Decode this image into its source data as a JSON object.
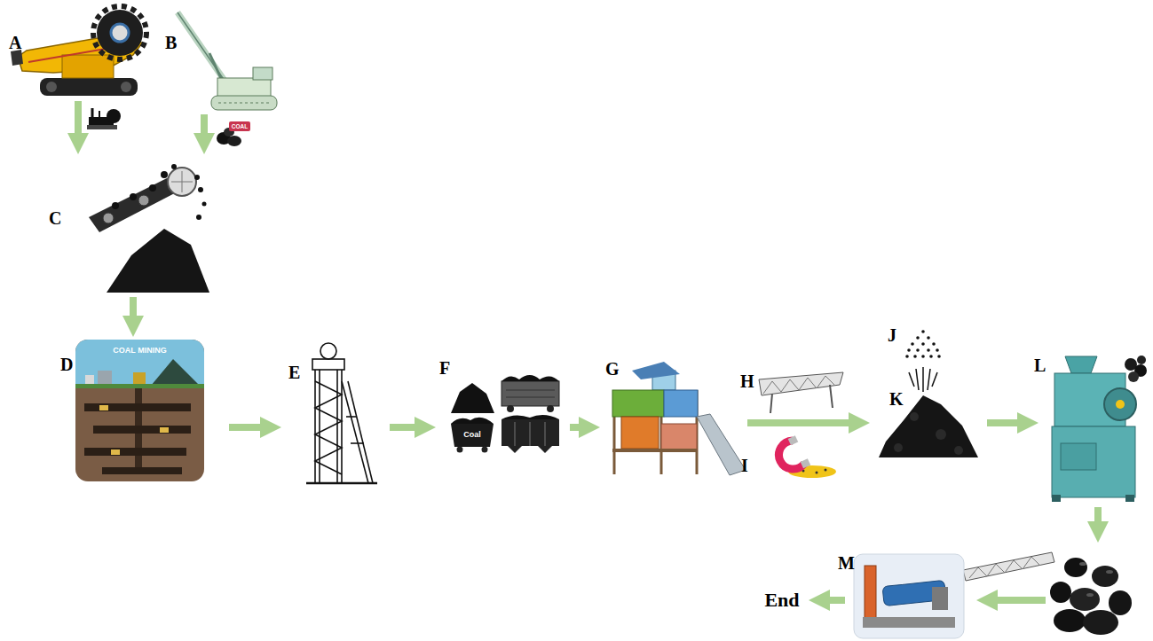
{
  "diagram": {
    "nodes": [
      {
        "text": [
          "A"
        ]
      },
      {
        "text": [
          "B"
        ]
      },
      {
        "text": [
          "C"
        ]
      },
      {
        "text": [
          "D"
        ]
      },
      {
        "text": [
          "E"
        ]
      },
      {
        "text": [
          "F"
        ]
      },
      {
        "text": [
          "G"
        ]
      },
      {
        "text": [
          "H"
        ]
      },
      {
        "text": [
          "I"
        ]
      },
      {
        "text": [
          "J"
        ]
      },
      {
        "text": [
          "K"
        ]
      },
      {
        "text": [
          "L"
        ]
      },
      {
        "text": [
          "M"
        ]
      },
      {
        "text": [
          "End"
        ]
      }
    ],
    "edges": [
      {
        "from": 0,
        "to": 2,
        "arrow": "to"
      },
      {
        "from": 1,
        "to": 2,
        "arrow": "to"
      },
      {
        "from": 2,
        "to": 3,
        "arrow": "to"
      },
      {
        "from": 3,
        "to": 4,
        "arrow": "to"
      },
      {
        "from": 4,
        "to": 5,
        "arrow": "to"
      },
      {
        "from": 5,
        "to": 6,
        "arrow": "to"
      },
      {
        "from": 6,
        "to": 10,
        "arrow": "to"
      },
      {
        "from": 10,
        "to": 11,
        "arrow": "to"
      },
      {
        "from": 12,
        "to": 13,
        "arrow": "to"
      }
    ],
    "labels": [
      "COAL",
      "COAL MINING",
      "Coal"
    ]
  }
}
